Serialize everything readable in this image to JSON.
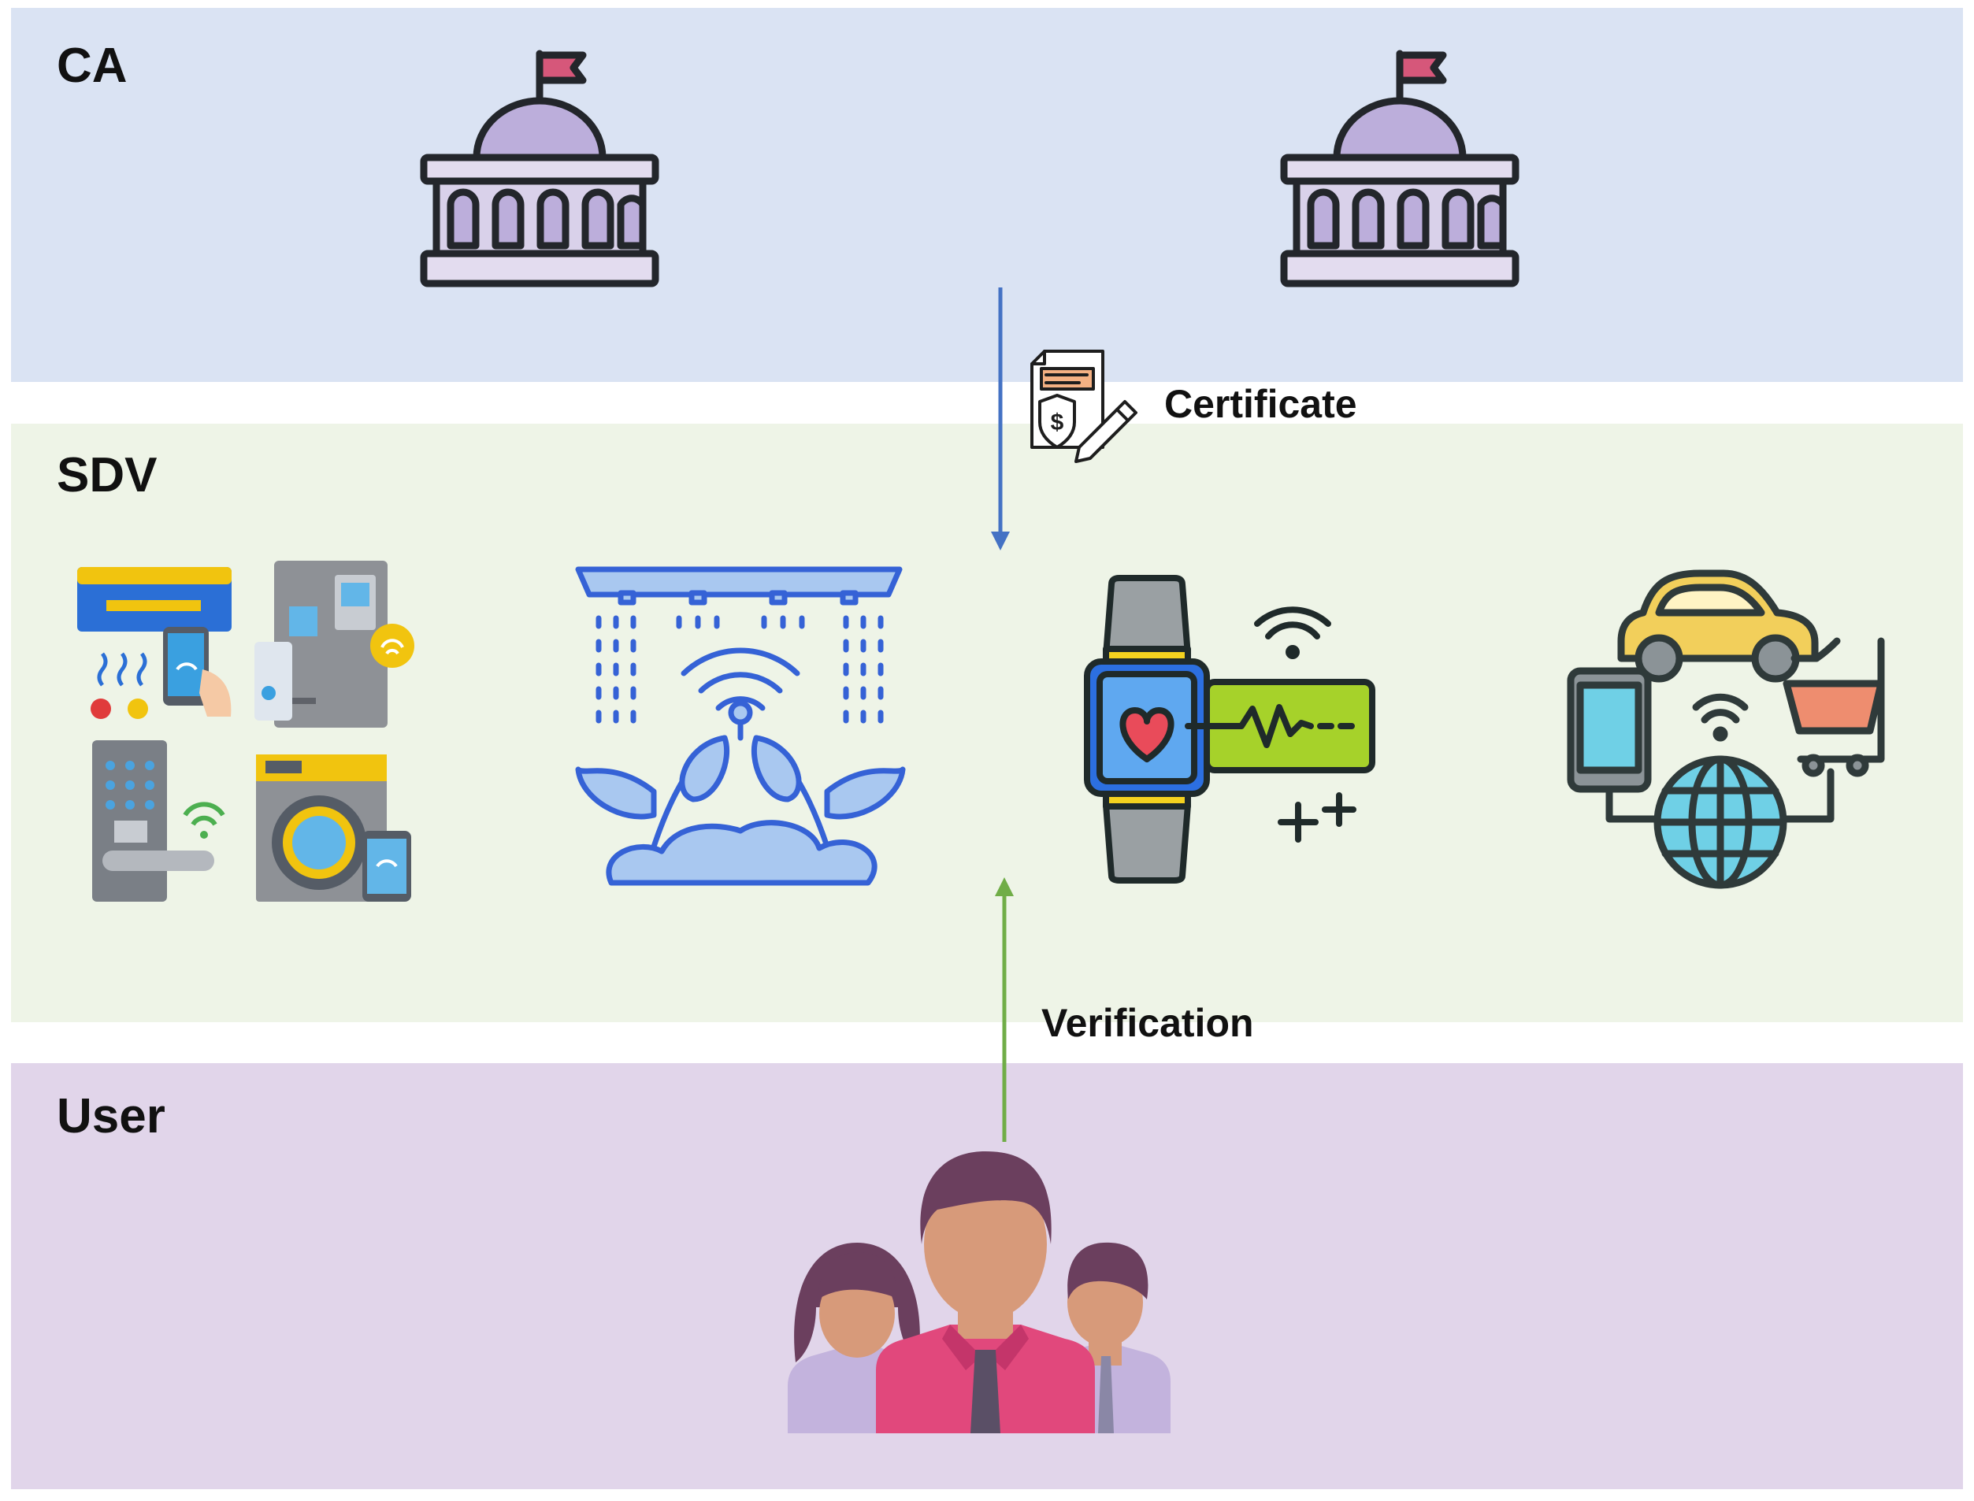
{
  "layers": {
    "ca": {
      "title": "CA",
      "color": "#dae3f3"
    },
    "sdv": {
      "title": "SDV",
      "color": "#eef4e7"
    },
    "user": {
      "title": "User",
      "color": "#e1d5ea"
    }
  },
  "flows": {
    "certificate": {
      "label": "Certificate",
      "color": "#4472c4"
    },
    "verification": {
      "label": "Verification",
      "color": "#70ad47"
    }
  },
  "icons": {
    "ca": [
      "government-building-icon",
      "government-building-icon"
    ],
    "certificate": "certificate-document-icon",
    "sdv": [
      "smart-home-devices-icon",
      "smart-irrigation-icon",
      "smartwatch-health-icon",
      "connected-devices-icon"
    ],
    "user": "user-group-icon"
  }
}
